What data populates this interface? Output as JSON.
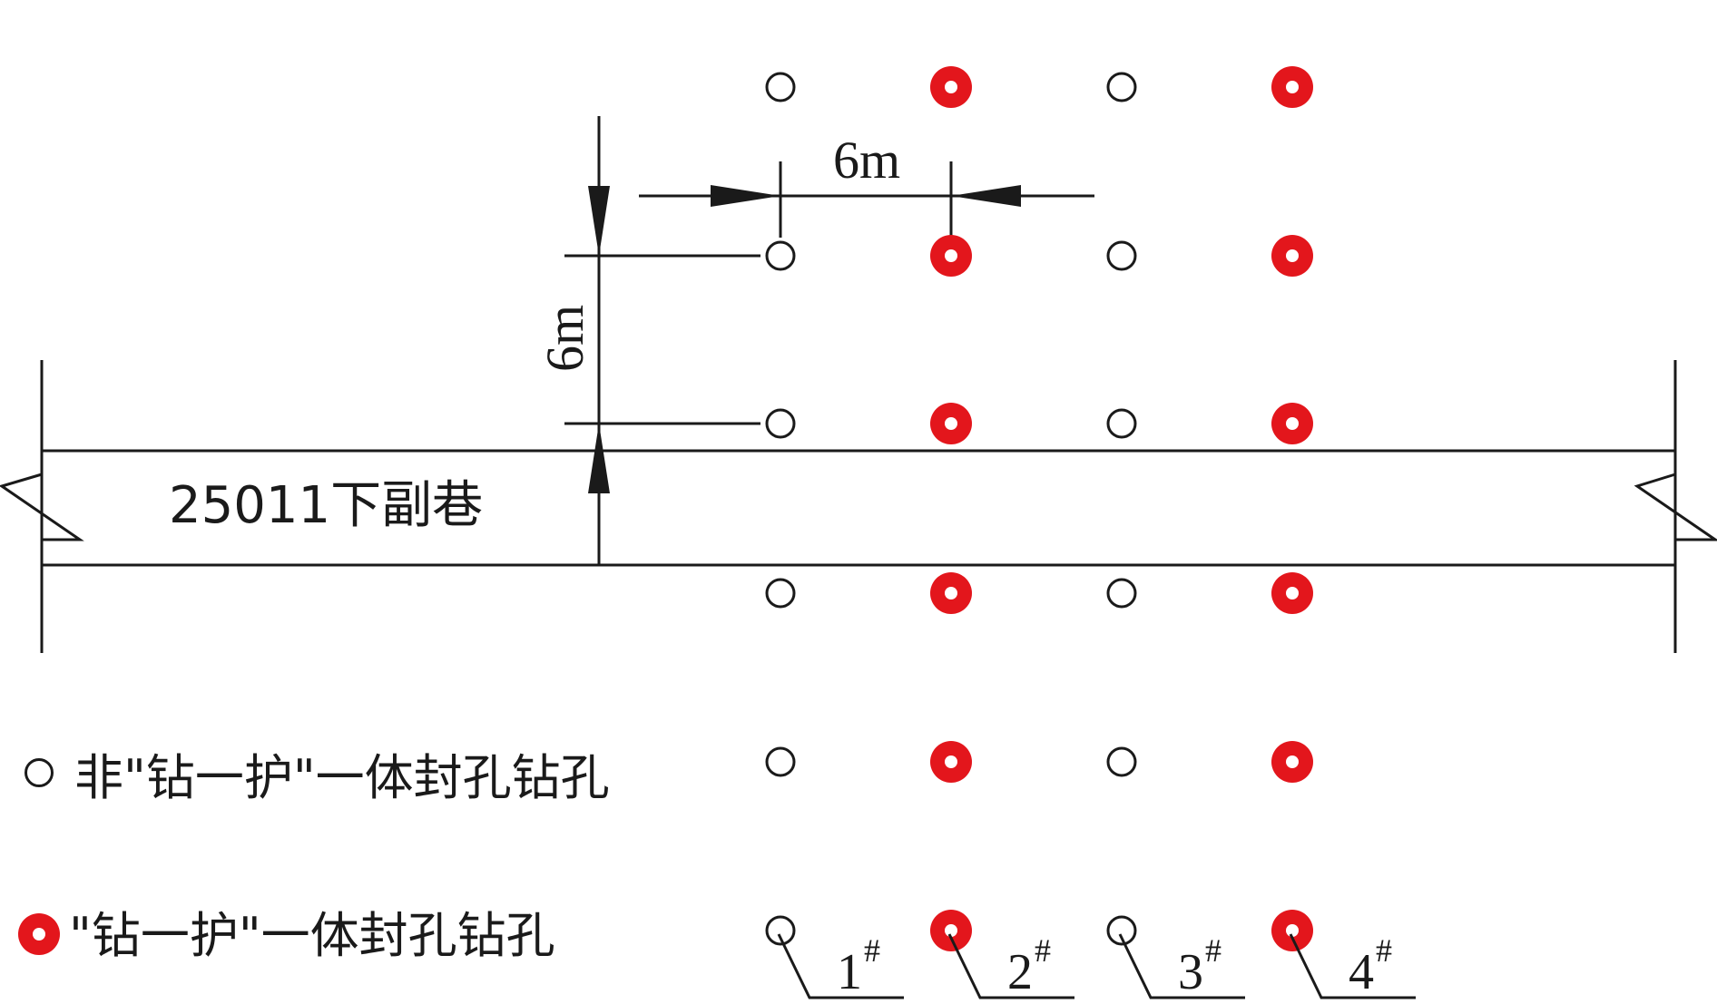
{
  "roadway": {
    "label": "25011下副巷"
  },
  "dimensions": {
    "horizontal_spacing": "6m",
    "vertical_spacing": "6m"
  },
  "legend": {
    "plain_hole": "非\"钻一护\"一体封孔钻孔",
    "integrated_hole": "\"钻一护\"一体封孔钻孔"
  },
  "hole_grid": {
    "rows": 6,
    "columns": [
      {
        "number": "1",
        "mark": "#",
        "type": "plain"
      },
      {
        "number": "2",
        "mark": "#",
        "type": "integrated"
      },
      {
        "number": "3",
        "mark": "#",
        "type": "plain"
      },
      {
        "number": "4",
        "mark": "#",
        "type": "integrated"
      }
    ]
  },
  "colors": {
    "integrated_hole": "#e3161c",
    "line": "#1a1a1a"
  }
}
